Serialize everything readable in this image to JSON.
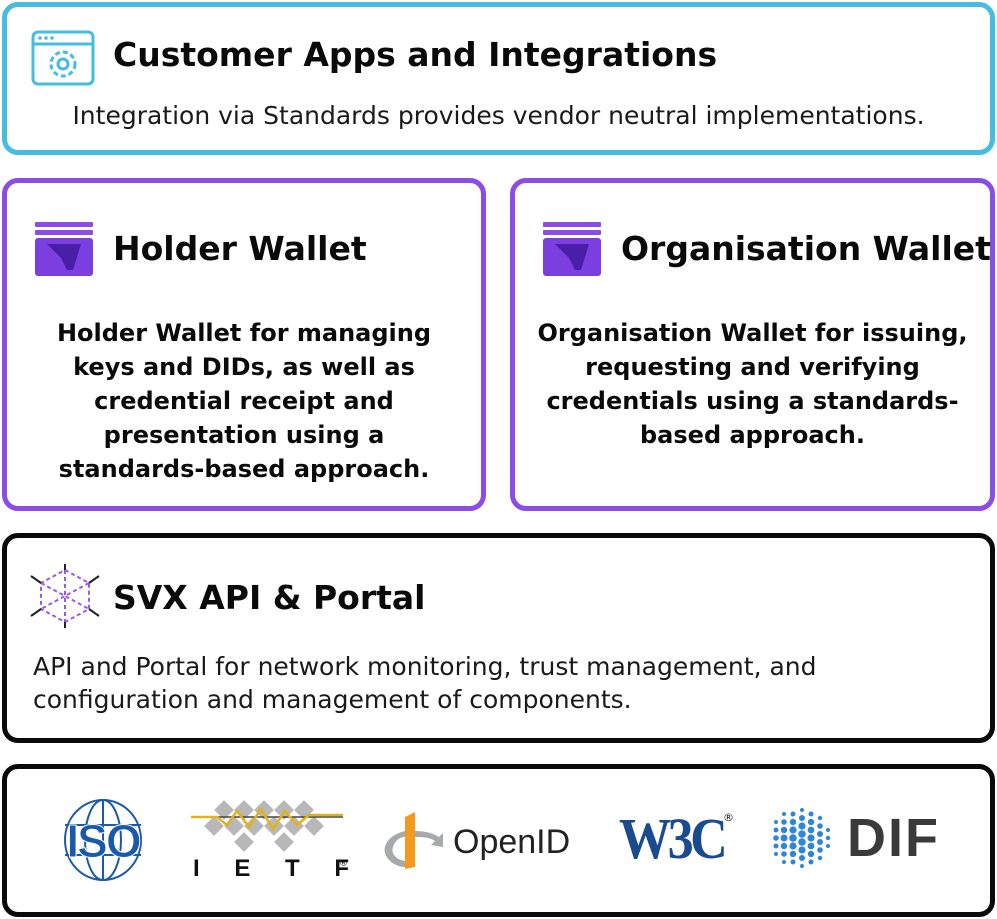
{
  "customer": {
    "title": "Customer Apps and Integrations",
    "description": "Integration via Standards provides vendor neutral implementations."
  },
  "holder": {
    "title": "Holder Wallet",
    "description_lines": [
      "Holder Wallet for managing",
      "keys and DIDs, as well as",
      "credential receipt and",
      "presentation using a",
      "standards-based approach."
    ]
  },
  "org": {
    "title": "Organisation Wallet",
    "description_lines": [
      "Organisation Wallet for issuing,",
      "requesting and verifying",
      "credentials using a standards-",
      "based approach."
    ]
  },
  "svx": {
    "title": "SVX API & Portal",
    "description_lines": [
      "API and Portal for network monitoring, trust management, and",
      "configuration and management of components."
    ]
  },
  "standards": {
    "logos": [
      {
        "name": "ISO",
        "text": "ISO"
      },
      {
        "name": "IETF",
        "text": "I E T F"
      },
      {
        "name": "OpenID",
        "text": "OpenID"
      },
      {
        "name": "W3C",
        "text": "W3C"
      },
      {
        "name": "DIF",
        "text": "DIF"
      }
    ],
    "registered_mark": "®"
  },
  "colors": {
    "cyan_border": "#45bde0",
    "purple_border": "#8b4ce8",
    "black_border": "#0a0a0a",
    "iso_blue": "#1b5aa8",
    "w3c_blue": "#1a4b8c",
    "dif_blue": "#2f86d9"
  },
  "icons": {
    "customer": "settings-window-icon",
    "wallet": "wallet-icon",
    "svx": "network-hexagon-icon"
  }
}
